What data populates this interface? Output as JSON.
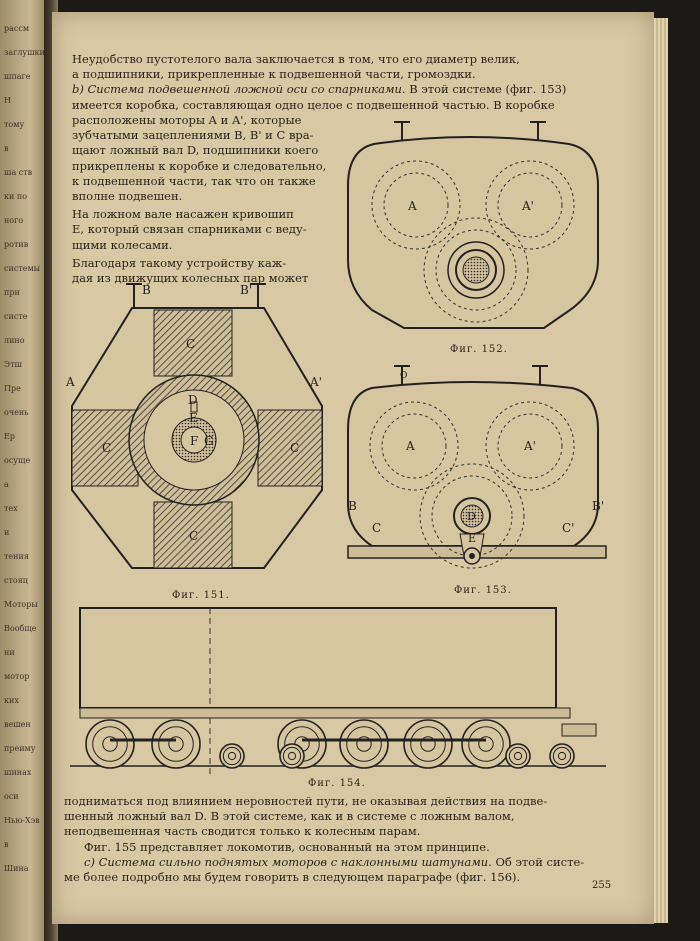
{
  "left_fragments": [
    "рассм",
    "заглушки",
    "шпаге",
    "Н",
    "тому",
    "в",
    "ша ств",
    "ки по",
    "ного",
    "ротив",
    "системы",
    "при",
    "систе",
    "лино",
    "Этш",
    "Пре",
    "очень",
    "Ер",
    "осуще",
    "а",
    "тех",
    "и",
    "тения",
    "стояц",
    "Моторы",
    "Вообще",
    "ни",
    "мотор",
    "ких",
    "вешен",
    "преиму",
    "шинах",
    "оси",
    "Нью-Хэв",
    "в",
    "Шина"
  ],
  "text_top": [
    "Неудобство пустотелого вала заключается в том, что его диаметр велик,",
    "а подшипники, прикрепленные к подвешенной части, громоздки."
  ],
  "para_b_label": "b) Система подвешенной ложной оси со спарниками.",
  "para_b_rest": "В этой системе (фиг. 153)",
  "text_left_col": [
    "имеется коробка, составляющая одно целое с подвешенной частью. В коробке",
    "расположены моторы  A  и  A', которые",
    "зубчатыми зацеплениями B, B' и C вра-",
    "щают ложный вал D, подшипники коего",
    "прикреплены к коробке и следовательно,",
    "к подвешенной части, так что он также",
    "вполне подвешен.",
    "На ложном вале насажен кривошип",
    "E, который связан спарниками с веду-",
    "щими колесами.",
    "Благодаря такому устройству каж-",
    "дая из движущих колесных пар может"
  ],
  "text_bottom": [
    "подниматься под влиянием неровностей пути, не оказывая действия на подве-",
    "шенный ложный вал D. В этой системе, как и в системе с ложным валом,",
    "неподвешенная часть сводится только к колесным парам.",
    "Фиг. 155 представляет локомотив, основанный на этом принципе."
  ],
  "para_c_label": "c) Система сильно поднятых моторов с наклонными шатунами.",
  "para_c_rest": "Об этой систе-",
  "para_c_last": "ме более подробно мы будем говорить в следующем параграфе (фиг. 156).",
  "captions": {
    "fig151": "Фиг. 151.",
    "fig152": "Фиг. 152.",
    "fig153": "Фиг. 153.",
    "fig154": "Фиг. 154."
  },
  "labels151": {
    "B": "B",
    "B2": "B'",
    "A": "A",
    "A2": "A'",
    "C": "C",
    "D": "D",
    "E": "E",
    "F": "F",
    "G": "G"
  },
  "labels152": {
    "A": "A",
    "A2": "A'"
  },
  "labels153": {
    "A": "A",
    "A2": "A'",
    "B": "B",
    "B2": "B'",
    "C": "C",
    "C2": "C'",
    "D": "D",
    "E": "E",
    "O": "O"
  },
  "page_number": "255"
}
